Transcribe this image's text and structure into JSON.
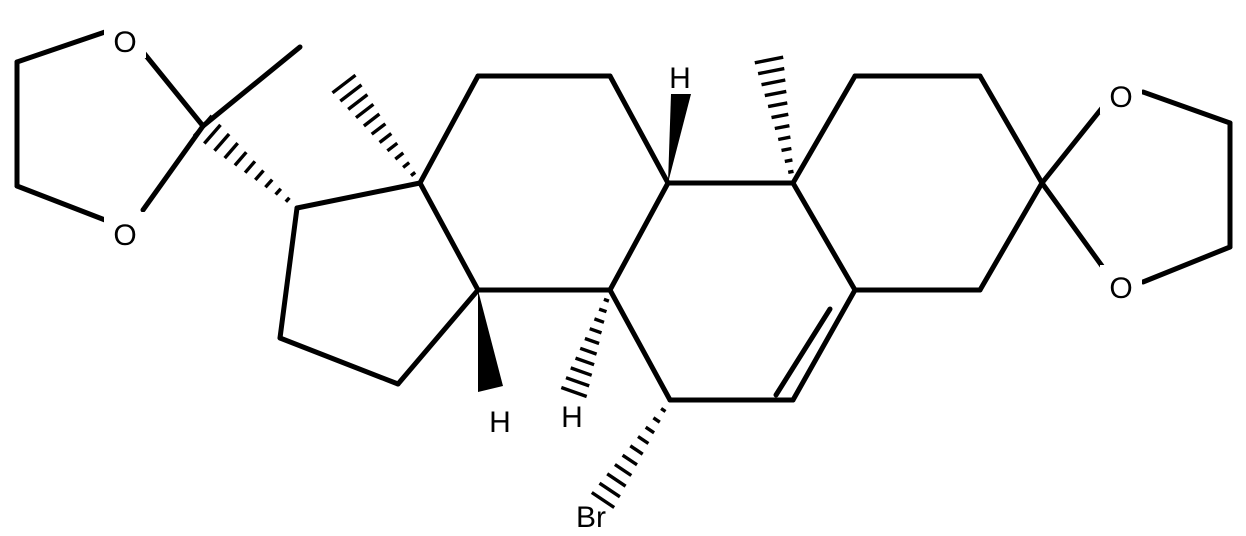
{
  "structure": {
    "atoms": {
      "o1": "O",
      "o2": "O",
      "o3": "O",
      "o4": "O",
      "h8": "H",
      "h14": "H",
      "h9": "H",
      "br": "Br"
    },
    "colors": {
      "bonds": "#000000",
      "background": "#ffffff"
    }
  }
}
